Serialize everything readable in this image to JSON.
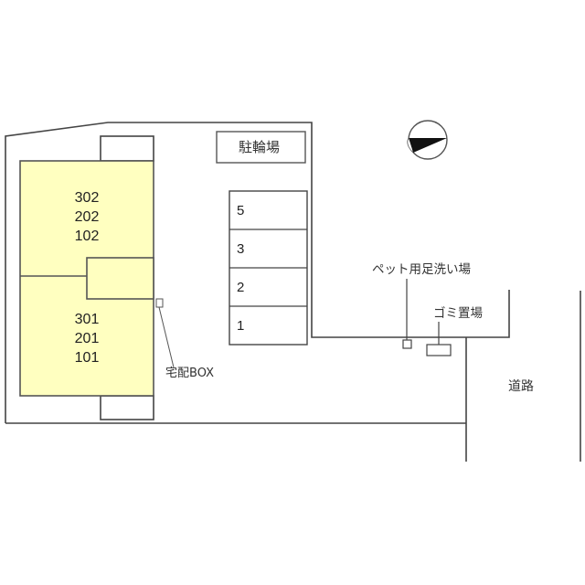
{
  "building": {
    "fill_color": "#ffffc0",
    "upper_units": [
      "302",
      "202",
      "102"
    ],
    "lower_units": [
      "301",
      "201",
      "101"
    ]
  },
  "labels": {
    "bicycle_parking": "駐輪場",
    "delivery_box": "宅配BOX",
    "pet_foot_wash": "ペット用足洗い場",
    "garbage_area": "ゴミ置場",
    "road": "道路"
  },
  "parking": {
    "stalls": [
      "5",
      "3",
      "2",
      "1"
    ]
  },
  "compass": {
    "icon": "north-arrow-icon"
  }
}
